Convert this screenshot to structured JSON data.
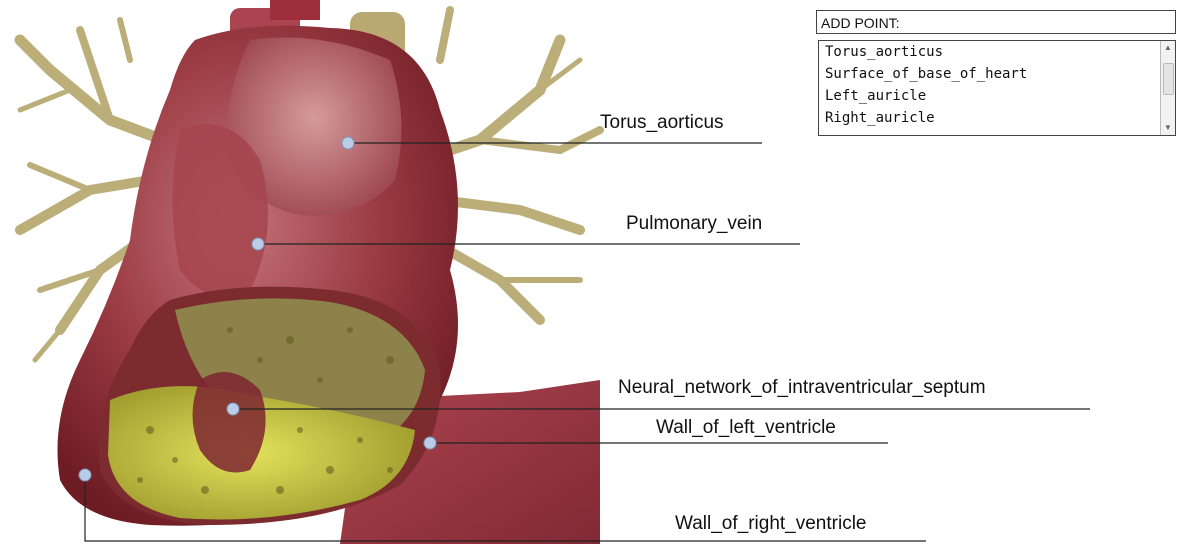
{
  "annotations": [
    {
      "label": "Torus_aorticus"
    },
    {
      "label": "Pulmonary_vein"
    },
    {
      "label": "Neural_network_of_intraventricular_septum"
    },
    {
      "label": "Wall_of_left_ventricle"
    },
    {
      "label": "Wall_of_right_ventricle"
    }
  ],
  "panel": {
    "title": "ADD POINT:",
    "items": [
      "Torus_aorticus",
      "Surface_of_base_of_heart",
      "Left_auricle",
      "Right_auricle"
    ]
  },
  "colors": {
    "myocardium": "#8e2a32",
    "vessel": "#b5a46a",
    "fat": "#cfd24a",
    "marker": "#b9cde8"
  }
}
